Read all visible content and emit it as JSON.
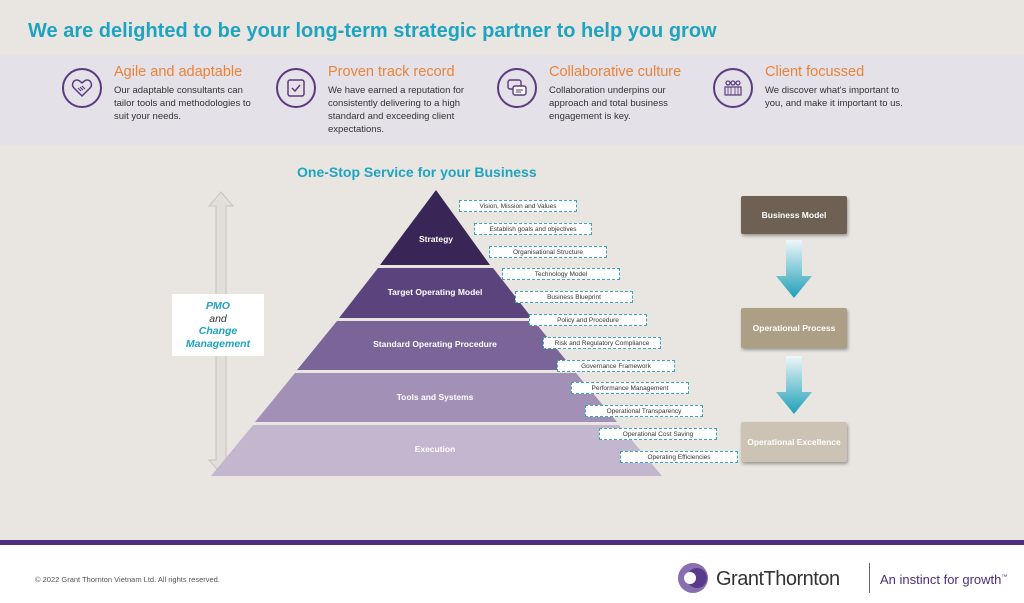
{
  "header": {
    "title": "We are delighted to be your long-term strategic partner to help you grow"
  },
  "features": [
    {
      "icon": "handshake-heart-icon",
      "title": "Agile and adaptable",
      "body": "Our adaptable consultants can tailor tools and methodologies to suit your needs."
    },
    {
      "icon": "checkbox-icon",
      "title": "Proven track record",
      "body": "We have earned a reputation for consistently delivering to a high standard and exceeding client expectations."
    },
    {
      "icon": "chat-bubbles-icon",
      "title": "Collaborative culture",
      "body": "Collaboration underpins our approach and total business engagement is key."
    },
    {
      "icon": "people-group-icon",
      "title": "Client focussed",
      "body": "We discover what's important to you, and make it important to us."
    }
  ],
  "diagram": {
    "subtitle": "One-Stop Service for your Business",
    "pmo": {
      "line1": "PMO",
      "line2": "and",
      "line3": "Change",
      "line4": "Management"
    },
    "levels": [
      "Strategy",
      "Target Operating Model",
      "Standard Operating Procedure",
      "Tools and Systems",
      "Execution"
    ],
    "tags": [
      "Vision, Mission and Values",
      "Establish goals and objectives",
      "Organisational Structure",
      "Technology Model",
      "Business Blueprint",
      "Policy and Procedure",
      "Risk and Regulatory Compliance",
      "Governance Framework",
      "Performance Management",
      "Operational Transparency",
      "Operational Cost Saving",
      "Operating Efficiencies"
    ],
    "flow": [
      "Business Model",
      "Operational Process",
      "Operational Excellence"
    ]
  },
  "footer": {
    "copyright": "© 2022 Grant Thornton Vietnam  Ltd. All rights reserved.",
    "logo": "GrantThornton",
    "tagline": "An instinct for growth",
    "tm": "™"
  },
  "colors": {
    "accent": "#1ea3c1",
    "orange": "#e8833a",
    "purple": "#4f2d7f"
  }
}
